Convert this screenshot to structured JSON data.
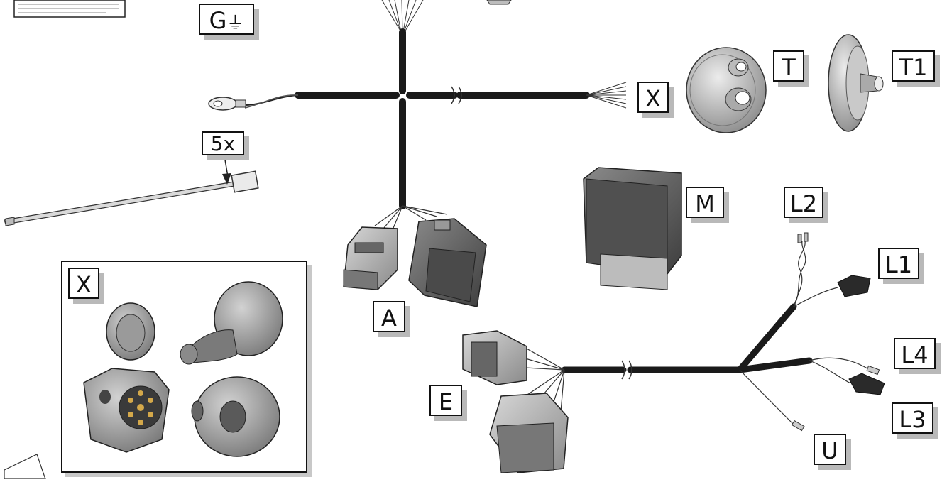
{
  "labels": {
    "ground": "G",
    "pin_x_top": "X",
    "grommet": "T",
    "grommet_alt": "T1",
    "tie_count": "5x",
    "module": "M",
    "connector_a": "A",
    "loop_l2": "L2",
    "plug_l1": "L1",
    "wire_l4": "L4",
    "connector_e": "E",
    "plug_l3": "L3",
    "wire_u": "U",
    "inset_socket": "X"
  },
  "colors": {
    "harness": "#1a1a1a",
    "part_grey": "#8c8c8c",
    "part_dark": "#555555",
    "shadow": "#b9b9b9"
  }
}
